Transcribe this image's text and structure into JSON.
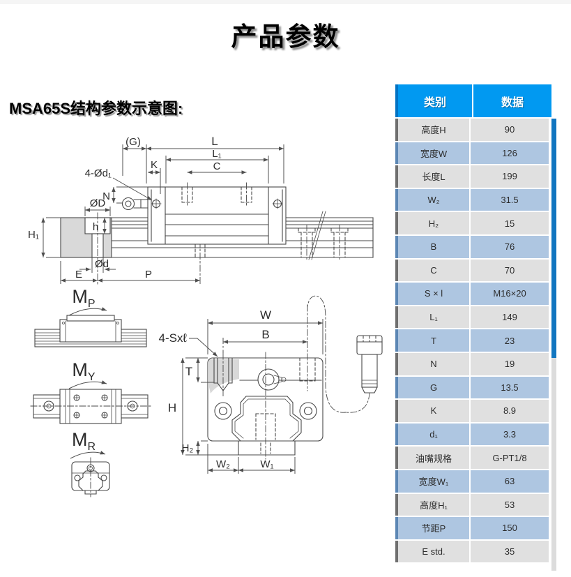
{
  "page": {
    "title": "产品参数",
    "subtitle": "MSA65S结构参数示意图:"
  },
  "table": {
    "headers": [
      "类别",
      "数据"
    ],
    "rows": [
      {
        "label": "高度H",
        "value": "90"
      },
      {
        "label": "宽度W",
        "value": "126"
      },
      {
        "label": "长度L",
        "value": "199"
      },
      {
        "label": "W₂",
        "value": "31.5"
      },
      {
        "label": "H₂",
        "value": "15"
      },
      {
        "label": "B",
        "value": "76"
      },
      {
        "label": "C",
        "value": "70"
      },
      {
        "label": "S × l",
        "value": "M16×20"
      },
      {
        "label": "L₁",
        "value": "149"
      },
      {
        "label": "T",
        "value": "23"
      },
      {
        "label": "N",
        "value": "19"
      },
      {
        "label": "G",
        "value": "13.5"
      },
      {
        "label": "K",
        "value": "8.9"
      },
      {
        "label": "d₁",
        "value": "3.3"
      },
      {
        "label": "油嘴规格",
        "value": "G-PT1/8"
      },
      {
        "label": "宽度W₁",
        "value": "63"
      },
      {
        "label": "高度H₁",
        "value": "53"
      },
      {
        "label": "节距P",
        "value": "150"
      },
      {
        "label": "E std.",
        "value": "35"
      }
    ]
  },
  "diagram": {
    "side_view": {
      "labels": {
        "g": "(G)",
        "l": "L",
        "l1": "L₁",
        "c": "C",
        "k": "K",
        "holes": "4-Ød₁",
        "n": "N",
        "od_big": "ØD",
        "h": "h",
        "h1": "H₁",
        "od_small": "Ød",
        "e": "E",
        "p": "P"
      }
    },
    "front_view": {
      "labels": {
        "w": "W",
        "b": "B",
        "screws": "4-Sxℓ",
        "t": "T",
        "h": "H",
        "h2": "H₂",
        "w2": "W₂",
        "w1": "W₁"
      }
    },
    "moments": {
      "mp": {
        "main": "M",
        "sub": "P"
      },
      "my": {
        "main": "M",
        "sub": "Y"
      },
      "mr": {
        "main": "M",
        "sub": "R"
      }
    }
  },
  "colors": {
    "header_bg": "#0199f1",
    "header_edge": "#0273c4",
    "row_gray": "#e0e0e0",
    "row_blue": "#aec6e1",
    "edge_gray": "#6f6f6f",
    "edge_blue": "#5c87b4",
    "scroll_thumb": "#1176c0",
    "scroll_track": "#dcdcdc"
  }
}
